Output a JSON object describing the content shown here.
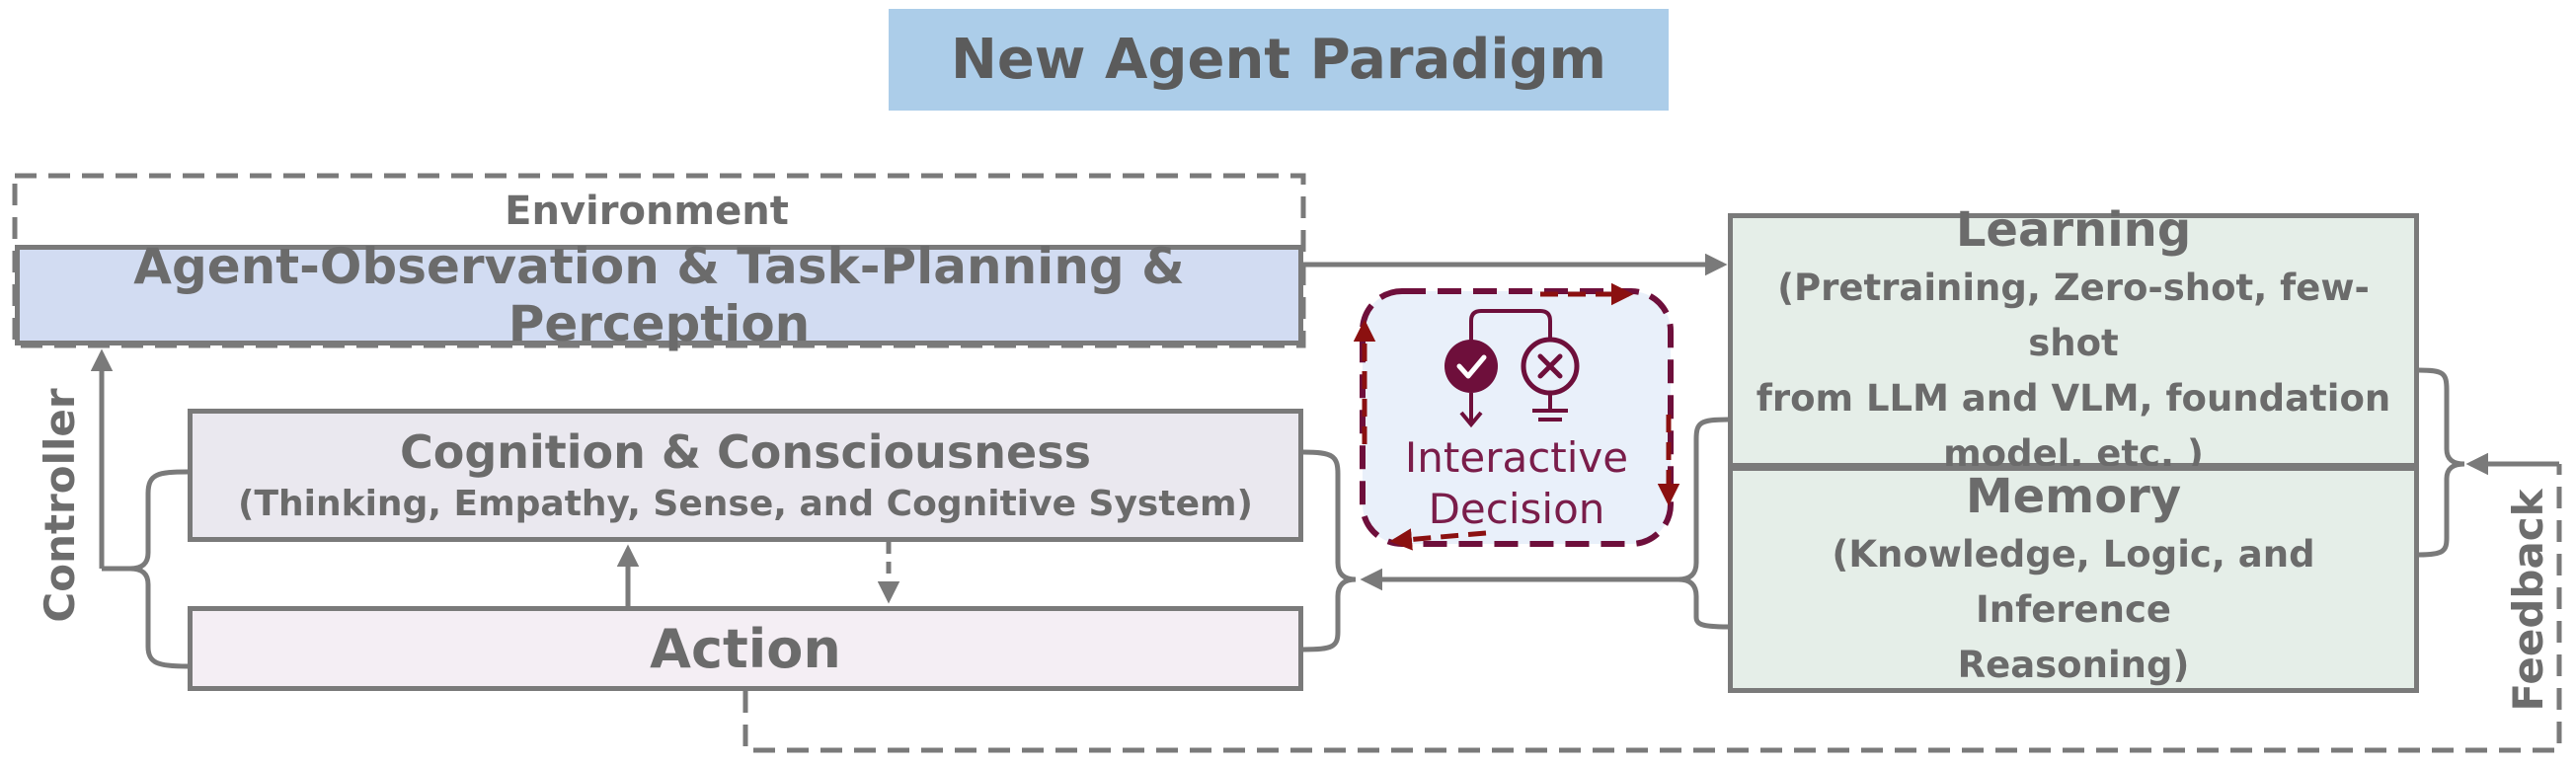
{
  "title": "New Agent Paradigm",
  "environment_label": "Environment",
  "observation": "Agent-Observation & Task-Planning & Perception",
  "cognition": {
    "title": "Cognition & Consciousness",
    "subtitle": "(Thinking, Empathy, Sense, and Cognitive System)"
  },
  "action": "Action",
  "learning": {
    "title": "Learning",
    "lines": [
      "(Pretraining, Zero-shot, few-shot",
      "from LLM and VLM, foundation",
      "model, etc. )"
    ]
  },
  "memory": {
    "title": "Memory",
    "lines": [
      "(Knowledge, Logic, and Inference",
      "Reasoning)"
    ]
  },
  "decision": {
    "line1": "Interactive",
    "line2": "Decision"
  },
  "controller_label": "Controller",
  "feedback_label": "Feedback",
  "colors": {
    "title_fill": "#accde9",
    "observation_fill": "#d2dcf2",
    "cognition_fill": "#eae8ef",
    "action_fill": "#f4eef4",
    "learning_memory_fill": "#e5eee8",
    "decision_fill": "#e9f0fa",
    "decision_accent": "#6e0f3b",
    "decision_arrow": "#8b1010",
    "line_gray": "#7a7a7a"
  },
  "icons": [
    "check-circle-icon",
    "cross-circle-icon"
  ]
}
